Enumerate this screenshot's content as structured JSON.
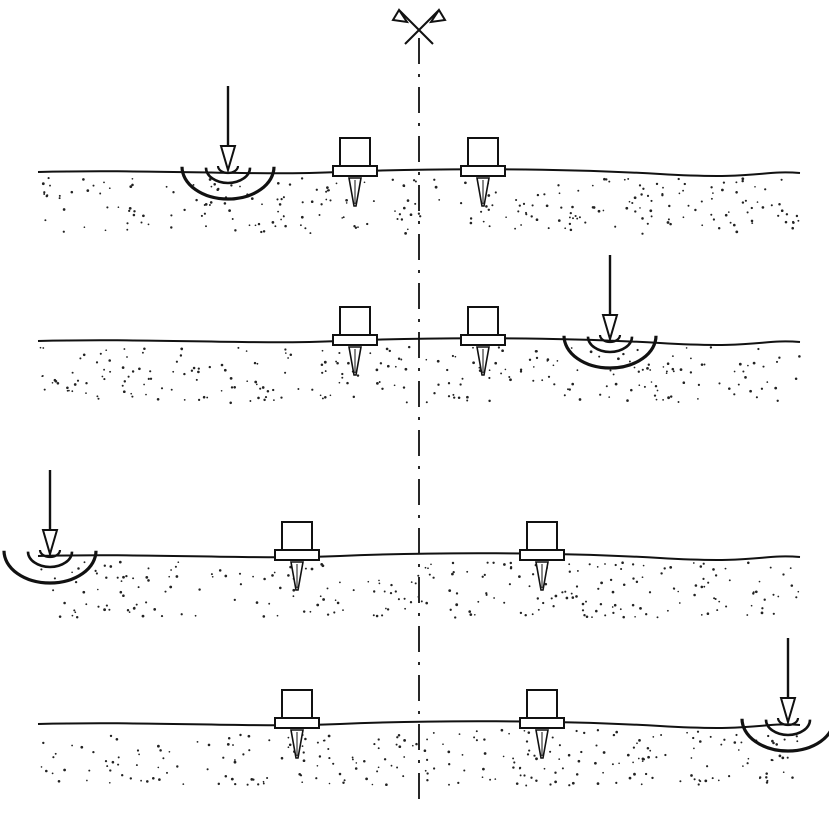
{
  "diagram": {
    "type": "seismic-survey-schematic",
    "panels": [
      {
        "id": "panel-1",
        "source_side": "left-near"
      },
      {
        "id": "panel-2",
        "source_side": "right-near"
      },
      {
        "id": "panel-3",
        "source_side": "left-far"
      },
      {
        "id": "panel-4",
        "source_side": "right-far"
      }
    ],
    "icons": {
      "source": "impact-arrow-icon",
      "wave": "wave-arc-icon",
      "receiver": "geophone-icon",
      "axis_marker": "crossed-flags-icon"
    },
    "colors": {
      "line": "#111111",
      "background": "#ffffff"
    }
  }
}
